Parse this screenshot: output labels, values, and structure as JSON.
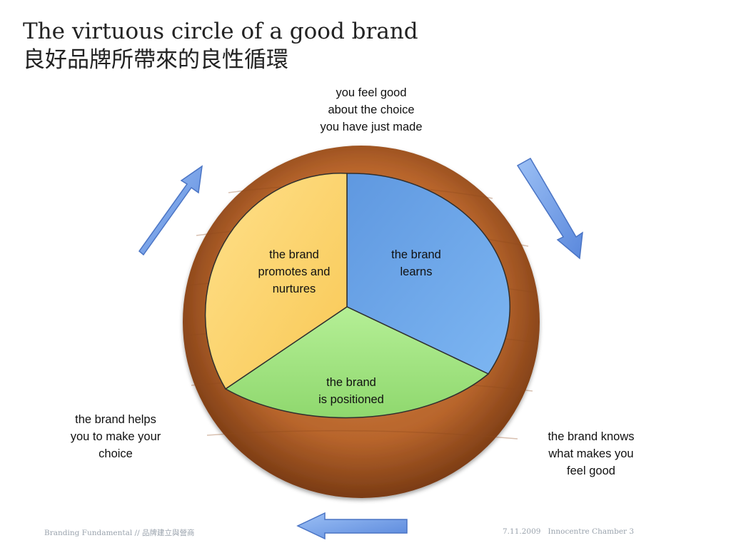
{
  "slide": {
    "title_line1": "The virtuous circle of a good brand",
    "title_line2": "良好品牌所帶來的良性循環"
  },
  "outer_labels": {
    "top": [
      "you feel good",
      "about the choice",
      "you have just made"
    ],
    "bottom_right": [
      "the brand knows",
      "what makes you",
      "feel good"
    ],
    "left": [
      "the brand helps",
      "you to make your",
      "choice"
    ]
  },
  "segments": {
    "learns": [
      "the brand",
      "learns"
    ],
    "positioned": [
      "the brand",
      "is positioned"
    ],
    "promotes": [
      "the brand",
      "promotes and",
      "nurtures"
    ]
  },
  "colors": {
    "learns": "#6fa8ea",
    "positioned": "#a6e68a",
    "promotes": "#fdd36b",
    "wood": "#b8652c",
    "arrow": "#6b9ae6"
  },
  "footer": {
    "left": "Branding Fundamental // 品牌建立與營商",
    "right": "7.11.2009   Innocentre Chamber 3"
  }
}
